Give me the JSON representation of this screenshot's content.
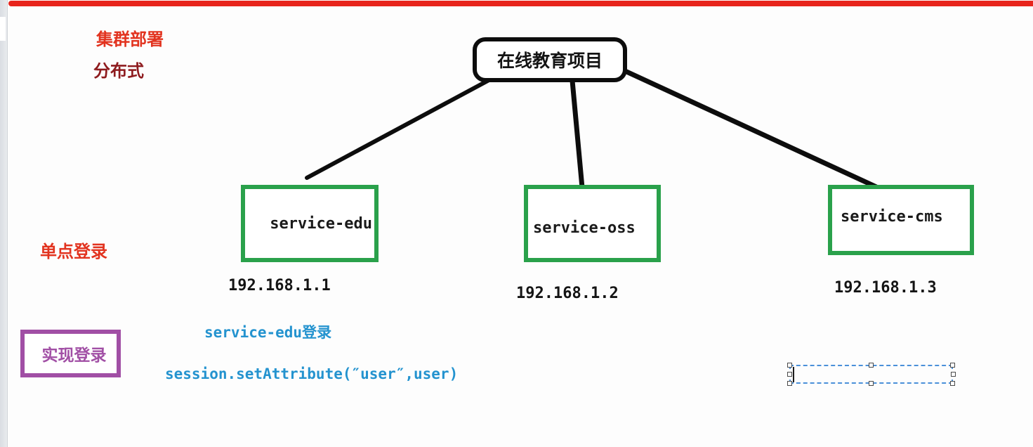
{
  "annotations": {
    "cluster_deploy": "集群部署",
    "distributed": "分布式",
    "single_sign_on": "单点登录",
    "impl_login": "实现登录",
    "edu_login": "service-edu登录",
    "session_code": "session.setAttribute(″user″,user)"
  },
  "diagram": {
    "root": {
      "label": "在线教育项目"
    },
    "nodes": [
      {
        "label": "service-edu",
        "ip": "192.168.1.1"
      },
      {
        "label": "service-oss",
        "ip": "192.168.1.2"
      },
      {
        "label": "service-cms",
        "ip": "192.168.1.3"
      }
    ]
  },
  "colors": {
    "top_bar_red": "#e8241c",
    "annotation_red": "#e2331f",
    "annotation_maroon": "#8e1b1e",
    "node_border_black": "#0d0d0d",
    "service_box_green": "#2aa14b",
    "login_box_purple": "#a14fa5",
    "code_text_blue": "#2493cf",
    "selection_blue": "#4a90d9"
  }
}
